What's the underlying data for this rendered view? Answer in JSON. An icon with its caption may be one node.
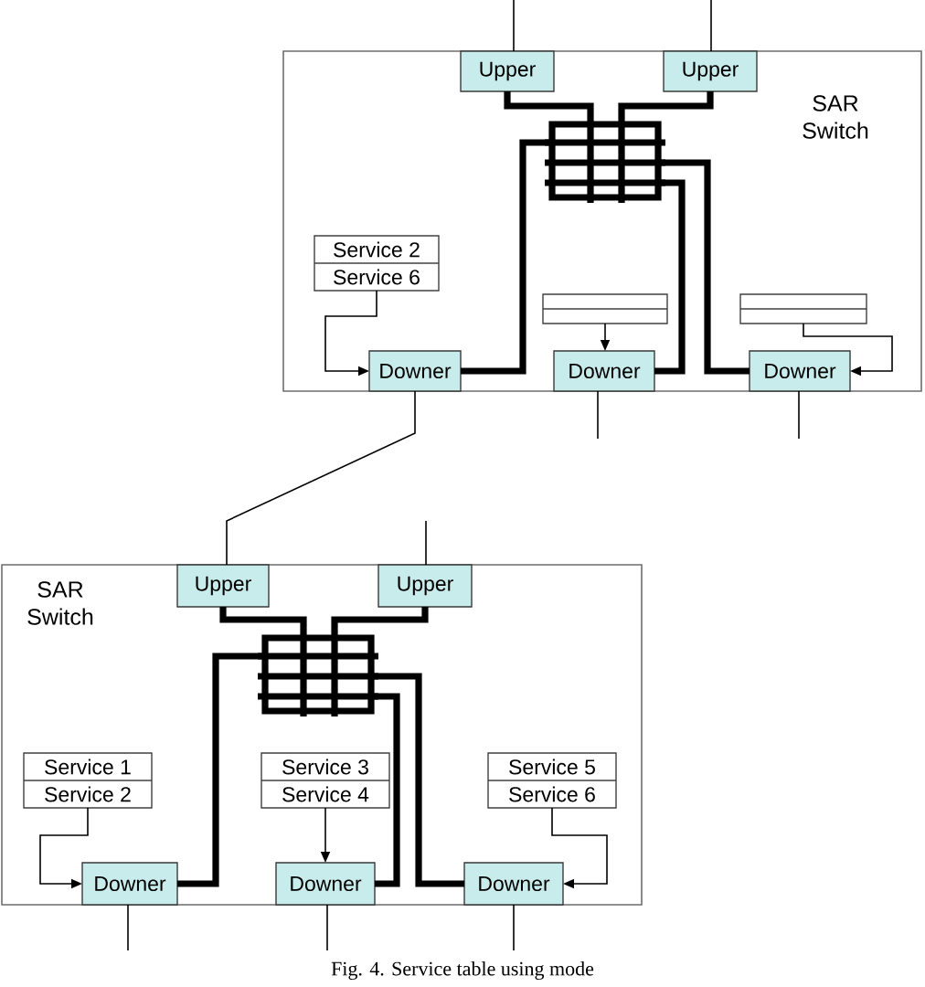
{
  "diagram": {
    "caption": "Fig. 4. Service table using mode",
    "nodes": [
      {
        "text": [
          "SAR Switch"
        ]
      },
      {
        "text": [
          "Upper"
        ],
        "in": 0
      },
      {
        "text": [
          "Upper"
        ],
        "in": 0
      },
      {
        "text": [],
        "shape": "picture",
        "in": 0
      },
      {
        "text": [
          "Service 2",
          "Service 6"
        ],
        "in": 0
      },
      {
        "text": [],
        "shape": "box",
        "in": 0
      },
      {
        "text": [],
        "shape": "box",
        "in": 0
      },
      {
        "text": [
          "Downer"
        ],
        "in": 0
      },
      {
        "text": [
          "Downer"
        ],
        "in": 0
      },
      {
        "text": [
          "Downer"
        ],
        "in": 0
      },
      {
        "text": [
          "SAR Switch"
        ]
      },
      {
        "text": [
          "Upper"
        ],
        "in": 10
      },
      {
        "text": [
          "Upper"
        ],
        "in": 10
      },
      {
        "text": [],
        "shape": "picture",
        "in": 10
      },
      {
        "text": [
          "Service 1",
          "Service 2"
        ],
        "in": 10
      },
      {
        "text": [
          "Service 3",
          "Service 4"
        ],
        "in": 10
      },
      {
        "text": [
          "Service 5",
          "Service 6"
        ],
        "in": 10
      },
      {
        "text": [
          "Downer"
        ],
        "in": 10
      },
      {
        "text": [
          "Downer"
        ],
        "in": 10
      },
      {
        "text": [
          "Downer"
        ],
        "in": 10
      }
    ],
    "edges": [
      {
        "from": null,
        "to": 1,
        "arrow": "none"
      },
      {
        "from": null,
        "to": 2,
        "arrow": "none"
      },
      {
        "from": 1,
        "to": 3,
        "arrow": "none",
        "style": "thick"
      },
      {
        "from": 2,
        "to": 3,
        "arrow": "none",
        "style": "thick"
      },
      {
        "from": 3,
        "to": 7,
        "arrow": "none",
        "style": "thick"
      },
      {
        "from": 3,
        "to": 9,
        "arrow": "none",
        "style": "thick"
      },
      {
        "from": 3,
        "to": 8,
        "arrow": "none",
        "style": "thick"
      },
      {
        "from": 4,
        "to": 7,
        "arrow": "to"
      },
      {
        "from": 5,
        "to": 8,
        "arrow": "to"
      },
      {
        "from": 6,
        "to": 9,
        "arrow": "to"
      },
      {
        "from": 7,
        "to": 11,
        "arrow": "none"
      },
      {
        "from": 8,
        "to": null,
        "arrow": "none"
      },
      {
        "from": 9,
        "to": null,
        "arrow": "none"
      },
      {
        "from": null,
        "to": 12,
        "arrow": "none"
      },
      {
        "from": 11,
        "to": 13,
        "arrow": "none",
        "style": "thick"
      },
      {
        "from": 12,
        "to": 13,
        "arrow": "none",
        "style": "thick"
      },
      {
        "from": 13,
        "to": 17,
        "arrow": "none",
        "style": "thick"
      },
      {
        "from": 13,
        "to": 19,
        "arrow": "none",
        "style": "thick"
      },
      {
        "from": 13,
        "to": 18,
        "arrow": "none",
        "style": "thick"
      },
      {
        "from": 14,
        "to": 17,
        "arrow": "to"
      },
      {
        "from": 15,
        "to": 18,
        "arrow": "to"
      },
      {
        "from": 16,
        "to": 19,
        "arrow": "to"
      },
      {
        "from": 17,
        "to": null,
        "arrow": "none"
      },
      {
        "from": 18,
        "to": null,
        "arrow": "none"
      },
      {
        "from": 19,
        "to": null,
        "arrow": "none"
      }
    ]
  }
}
